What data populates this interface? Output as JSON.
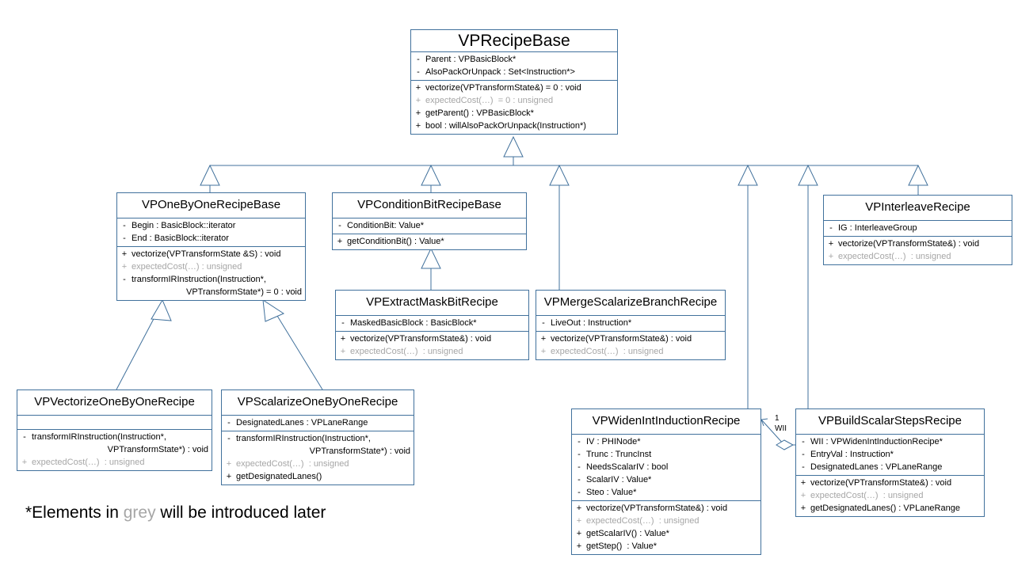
{
  "footnote": {
    "prefix": "*Elements in ",
    "grey_word": "grey",
    "suffix": " will be introduced later"
  },
  "colors": {
    "line": "#41719c",
    "grey_text": "#a6a6a6"
  },
  "edge_labels": {
    "multiplicity": "1",
    "role": "WII"
  },
  "classes": {
    "base": {
      "name": "VPRecipeBase",
      "attrs": [
        {
          "vis": "-",
          "text": "Parent : VPBasicBlock*"
        },
        {
          "vis": "-",
          "text": "AlsoPackOrUnpack : Set<Instruction*>"
        }
      ],
      "ops": [
        {
          "vis": "+",
          "text": "vectorize(VPTransformState&) = 0 : void"
        },
        {
          "vis": "+",
          "text": "expectedCost(…)  = 0 : unsigned",
          "grey": true
        },
        {
          "vis": "+",
          "text": "getParent() : VPBasicBlock*"
        },
        {
          "vis": "+",
          "text": "bool : willAlsoPackOrUnpack(Instruction*)"
        }
      ]
    },
    "onebyone": {
      "name": "VPOneByOneRecipeBase",
      "attrs": [
        {
          "vis": "-",
          "text": "Begin : BasicBlock::iterator"
        },
        {
          "vis": "-",
          "text": "End : BasicBlock::iterator"
        }
      ],
      "ops": [
        {
          "vis": "+",
          "text": "vectorize(VPTransformState &S) : void"
        },
        {
          "vis": "+",
          "text": "expectedCost(…) : unsigned",
          "grey": true
        },
        {
          "vis": "-",
          "text": "transformIRInstruction(Instruction*,",
          "cont": "VPTransformState*) = 0 : void"
        }
      ]
    },
    "condbit": {
      "name": "VPConditionBitRecipeBase",
      "attrs": [
        {
          "vis": "-",
          "text": "ConditionBit: Value*"
        }
      ],
      "ops": [
        {
          "vis": "+",
          "text": "getConditionBit() : Value*"
        }
      ]
    },
    "extract": {
      "name": "VPExtractMaskBitRecipe",
      "attrs": [
        {
          "vis": "-",
          "text": "MaskedBasicBlock : BasicBlock*"
        }
      ],
      "ops": [
        {
          "vis": "+",
          "text": "vectorize(VPTransformState&) : void"
        },
        {
          "vis": "+",
          "text": "expectedCost(…)  : unsigned",
          "grey": true
        }
      ]
    },
    "merge": {
      "name": "VPMergeScalarizeBranchRecipe",
      "attrs": [
        {
          "vis": "-",
          "text": "LiveOut : Instruction*"
        }
      ],
      "ops": [
        {
          "vis": "+",
          "text": "vectorize(VPTransformState&) : void"
        },
        {
          "vis": "+",
          "text": "expectedCost(…)  : unsigned",
          "grey": true
        }
      ]
    },
    "interleave": {
      "name": "VPInterleaveRecipe",
      "attrs": [
        {
          "vis": "-",
          "text": "IG : InterleaveGroup"
        }
      ],
      "ops": [
        {
          "vis": "+",
          "text": "vectorize(VPTransformState&) : void"
        },
        {
          "vis": "+",
          "text": "expectedCost(…)  : unsigned",
          "grey": true
        }
      ]
    },
    "vectorize": {
      "name": "VPVectorizeOneByOneRecipe",
      "attrs": [],
      "ops": [
        {
          "vis": "-",
          "text": "transformIRInstruction(Instruction*,",
          "cont": "VPTransformState*) : void"
        },
        {
          "vis": "+",
          "text": "expectedCost(…)  : unsigned",
          "grey": true
        }
      ]
    },
    "scalarize": {
      "name": "VPScalarizeOneByOneRecipe",
      "attrs": [
        {
          "vis": "-",
          "text": "DesignatedLanes : VPLaneRange"
        }
      ],
      "ops": [
        {
          "vis": "-",
          "text": "transformIRInstruction(Instruction*,",
          "cont": "VPTransformState*) : void"
        },
        {
          "vis": "+",
          "text": "expectedCost(…)  : unsigned",
          "grey": true
        },
        {
          "vis": "+",
          "text": "getDesignatedLanes()"
        }
      ]
    },
    "widen": {
      "name": "VPWidenIntInductionRecipe",
      "attrs": [
        {
          "vis": "-",
          "text": "IV : PHINode*"
        },
        {
          "vis": "-",
          "text": "Trunc : TruncInst"
        },
        {
          "vis": "-",
          "text": "NeedsScalarIV : bool"
        },
        {
          "vis": "-",
          "text": "ScalarIV : Value*"
        },
        {
          "vis": "-",
          "text": "Steo : Value*"
        }
      ],
      "ops": [
        {
          "vis": "+",
          "text": "vectorize(VPTransformState&) : void"
        },
        {
          "vis": "+",
          "text": "expectedCost(…)  : unsigned",
          "grey": true
        },
        {
          "vis": "+",
          "text": "getScalarIV() : Value*"
        },
        {
          "vis": "+",
          "text": "getStep()  : Value*"
        }
      ]
    },
    "buildsteps": {
      "name": "VPBuildScalarStepsRecipe",
      "attrs": [
        {
          "vis": "-",
          "text": "WII : VPWidenIntInductionRecipe*"
        },
        {
          "vis": "-",
          "text": "EntryVal : Instruction*"
        },
        {
          "vis": "-",
          "text": "DesignatedLanes : VPLaneRange"
        }
      ],
      "ops": [
        {
          "vis": "+",
          "text": "vectorize(VPTransformState&) : void"
        },
        {
          "vis": "+",
          "text": "expectedCost(…)  : unsigned",
          "grey": true
        },
        {
          "vis": "+",
          "text": "getDesignatedLanes() : VPLaneRange"
        }
      ]
    }
  }
}
